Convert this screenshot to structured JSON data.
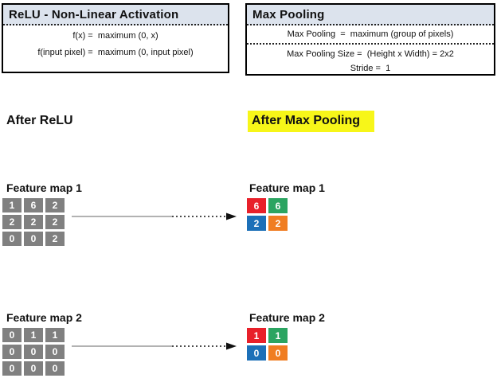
{
  "relu_box": {
    "title": "ReLU - Non-Linear Activation",
    "line1": "f(x) =  maximum (0, x)",
    "line2": "f(input pixel) =  maximum (0, input pixel)"
  },
  "maxpool_box": {
    "title": "Max Pooling",
    "row1": "Max Pooling  =  maximum (group of pixels)",
    "row2": "Max Pooling Size =  (Height x Width) = 2x2",
    "row3": "Stride =  1"
  },
  "sections": {
    "left_heading": "After ReLU",
    "right_heading": "After Max Pooling"
  },
  "feature_maps": {
    "fm1": {
      "label_left": "Feature map 1",
      "label_right": "Feature map 1",
      "input_grid": [
        [
          "1",
          "6",
          "2"
        ],
        [
          "2",
          "2",
          "2"
        ],
        [
          "0",
          "0",
          "2"
        ]
      ],
      "output_grid": [
        [
          "6",
          "6"
        ],
        [
          "2",
          "2"
        ]
      ]
    },
    "fm2": {
      "label_left": "Feature map 2",
      "label_right": "Feature map 2",
      "input_grid": [
        [
          "0",
          "1",
          "1"
        ],
        [
          "0",
          "0",
          "0"
        ],
        [
          "0",
          "0",
          "0"
        ]
      ],
      "output_grid": [
        [
          "1",
          "1"
        ],
        [
          "0",
          "0"
        ]
      ]
    }
  },
  "colors": {
    "input_cell_gray": "#808080",
    "output_cell_colors": [
      [
        "#e8202a",
        "#2ba461"
      ],
      [
        "#1c70b8",
        "#f07d22"
      ]
    ],
    "highlight_yellow": "#f7f619",
    "header_bg": "#dce3ed"
  }
}
